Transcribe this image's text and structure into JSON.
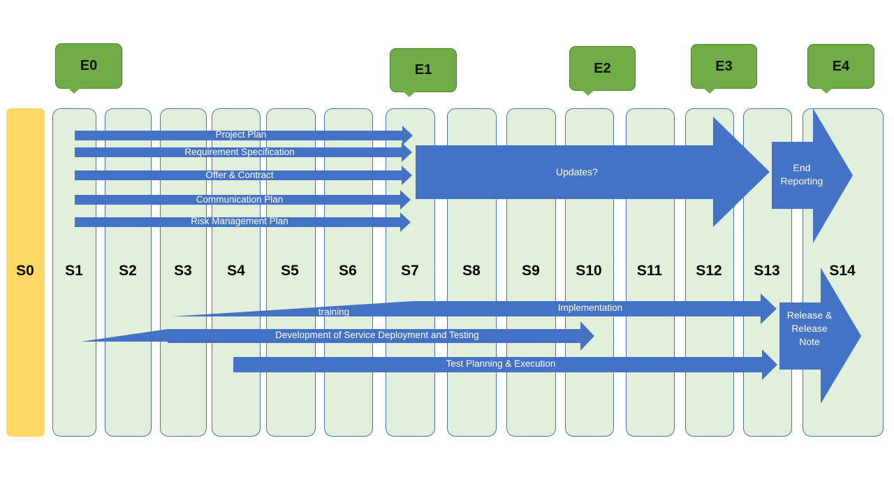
{
  "sprints": [
    "S0",
    "S1",
    "S2",
    "S3",
    "S4",
    "S5",
    "S6",
    "S7",
    "S8",
    "S9",
    "S10",
    "S11",
    "S12",
    "S13",
    "S14"
  ],
  "epochs": [
    "E0",
    "E1",
    "E2",
    "E3",
    "E4"
  ],
  "arrows": {
    "project_plan": "Project Plan",
    "requirement_spec": "Requirement Specification",
    "offer_contract": "Offer & Contract",
    "communication_plan": "Communication Plan",
    "risk_plan": "Risk Management Plan",
    "updates": "Updates?",
    "end_reporting": "End Reporting",
    "training": "training",
    "implementation": "Implementation",
    "development": "Development of Service Deployment and Testing",
    "test_planning": "Test Planning & Execution",
    "release": "Release & Release Note"
  },
  "colors": {
    "arrow": "#4472c4",
    "column_fill": "#e2efda",
    "column_border": "#4a72b2",
    "s0_fill": "#ffd966",
    "epoch_fill": "#70ad47"
  }
}
